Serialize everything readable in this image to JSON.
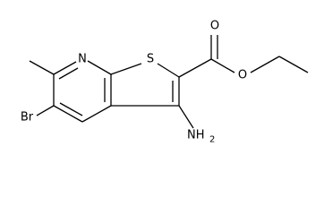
{
  "molecule": {
    "atoms": {
      "nitrogen": "N",
      "sulfur": "S",
      "carbonyl_oxygen": "O",
      "ester_oxygen": "O",
      "bromine": "Br",
      "amino": "NH",
      "amino_subscript": "2"
    },
    "colors": {
      "ink": "#000000",
      "background": "#ffffff"
    }
  }
}
